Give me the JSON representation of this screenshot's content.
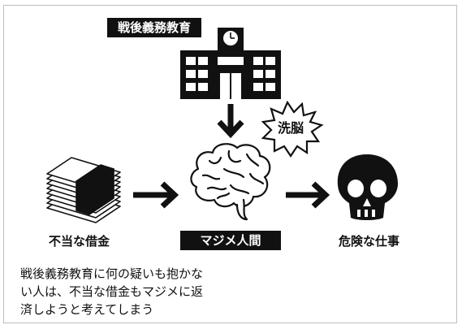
{
  "diagram": {
    "school_tag": "戦後義務教育",
    "burst_text": "洗脳",
    "center_tag": "マジメ人間",
    "left_label": "不当な借金",
    "right_label": "危険な仕事",
    "caption_lines": [
      "戦後義務教育に何の疑いも抱かな",
      "い人は、不当な借金もマジメに返",
      "済しようと考えてしまう"
    ]
  },
  "icons": [
    "school-building-icon",
    "burst-icon",
    "brain-icon",
    "cash-stack-icon",
    "skull-icon",
    "arrow-down-icon",
    "arrow-right-icon"
  ],
  "colors": {
    "ink": "#111111",
    "frame": "#bdbdbd",
    "background": "#ffffff"
  }
}
